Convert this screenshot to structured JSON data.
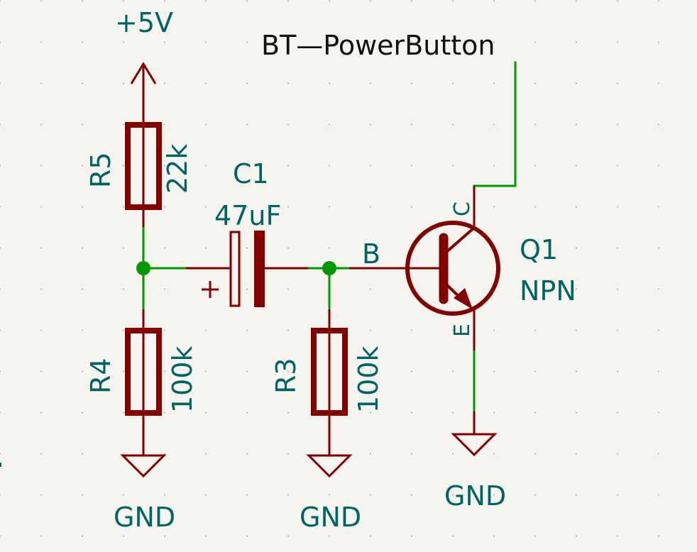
{
  "colors": {
    "background": "#f5f4ef",
    "wire": "#009900",
    "symbol": "#840000",
    "label": "#006464",
    "netlabel": "#111111"
  },
  "power": {
    "vcc_label": "+5V",
    "gnd_label": "GND"
  },
  "net_label": "BT—PowerButton",
  "components": {
    "R5": {
      "ref": "R5",
      "value": "22k"
    },
    "R4": {
      "ref": "R4",
      "value": "100k"
    },
    "R3": {
      "ref": "R3",
      "value": "100k"
    },
    "C1": {
      "ref": "C1",
      "value": "47uF",
      "polarity_mark": "+"
    },
    "Q1": {
      "ref": "Q1",
      "value": "NPN",
      "pin_b": "B",
      "pin_c": "C",
      "pin_e": "E"
    }
  },
  "gnd_labels": [
    "GND",
    "GND",
    "GND"
  ]
}
